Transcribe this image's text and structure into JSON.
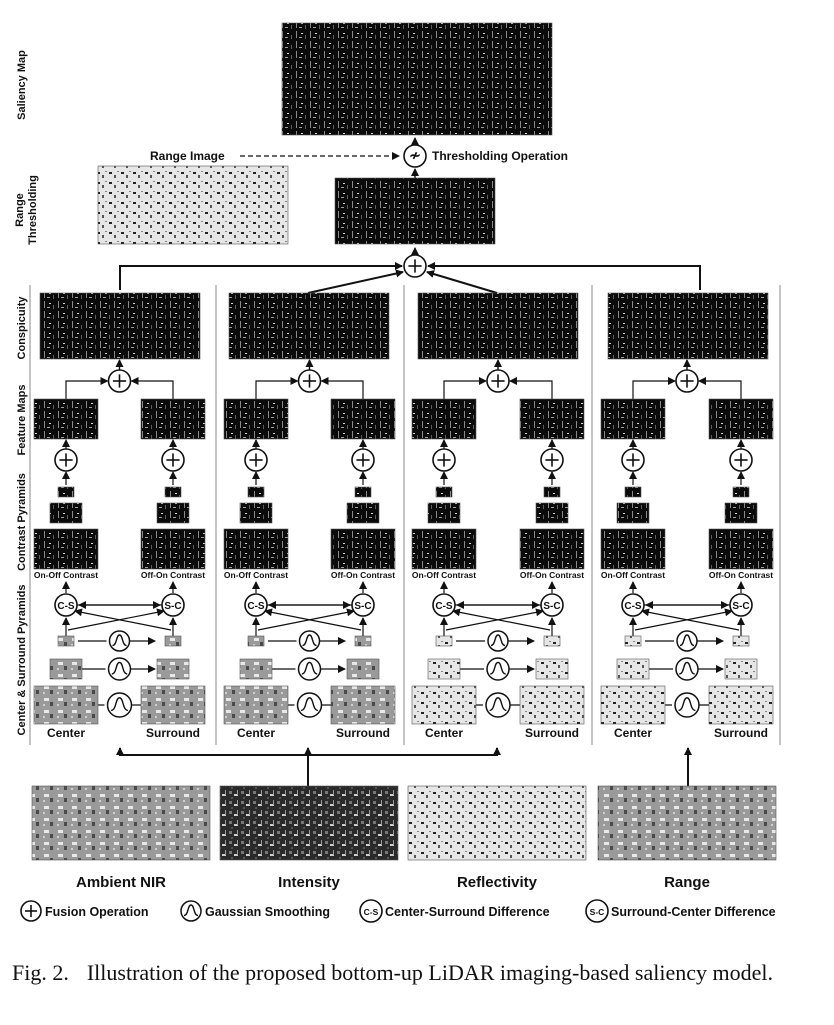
{
  "row_labels": {
    "saliency": "Saliency Map",
    "range_thresholding": [
      "Range",
      "Thresholding"
    ],
    "conspicuity": "Conspicuity",
    "feature_maps": "Feature Maps",
    "contrast_pyramids": "Contrast Pyramids",
    "center_surround_pyramids": "Center & Surround Pyramids"
  },
  "threshold_row": {
    "range_image": "Range Image",
    "thresholding_operation": "Thresholding Operation"
  },
  "columns": [
    {
      "name": "Ambient NIR",
      "on_label": "On-Off Contrast",
      "off_label": "Off-On Contrast",
      "center": "Center",
      "surround": "Surround"
    },
    {
      "name": "Intensity",
      "on_label": "On-Off Contrast",
      "off_label": "Off-On Contrast",
      "center": "Center",
      "surround": "Surround"
    },
    {
      "name": "Reflectivity",
      "on_label": "On-Off Contrast",
      "off_label": "Off-On Contrast",
      "center": "Center",
      "surround": "Surround"
    },
    {
      "name": "Range",
      "on_label": "On-Off Contrast",
      "off_label": "Off-On Contrast",
      "center": "Center",
      "surround": "Surround"
    }
  ],
  "node_symbols": {
    "fusion": "+",
    "cs": "C-S",
    "sc": "S-C",
    "threshold": "≁"
  },
  "legend": [
    {
      "symbol": "+",
      "label": "Fusion Operation"
    },
    {
      "symbol": "",
      "label": "Gaussian Smoothing"
    },
    {
      "symbol": "C-S",
      "label": "Center-Surround Difference"
    },
    {
      "symbol": "S-C",
      "label": "Surround-Center Difference"
    }
  ],
  "caption": {
    "fig": "Fig. 2.",
    "text": "Illustration of the proposed bottom-up LiDAR imaging-based saliency model."
  }
}
